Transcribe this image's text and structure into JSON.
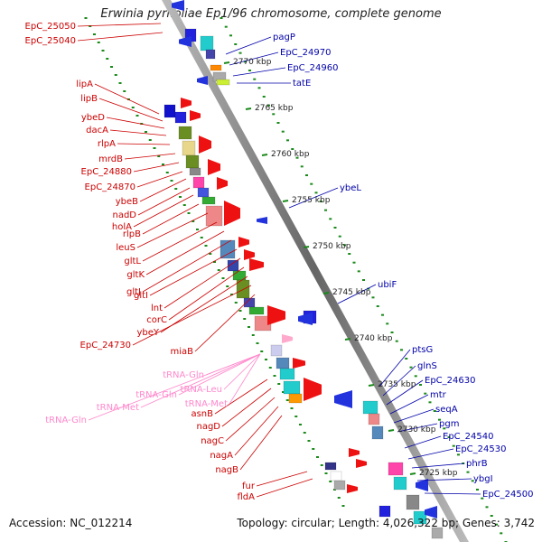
{
  "title": "Erwinia pyrifoliae Ep1/96 chromosome, complete genome",
  "accession": "Accession: NC_012214",
  "genome_info": "Topology: circular; Length: 4,026,322 bp; Genes: 3,742",
  "ruler": [
    "2770 kbp",
    "2765 kbp",
    "2760 kbp",
    "2755 kbp",
    "2750 kbp",
    "2745 kbp",
    "2740 kbp",
    "2735 kbp",
    "2730 kbp",
    "2725 kbp"
  ],
  "left_labels": [
    "EpC_25050",
    "EpC_25040",
    "lipA",
    "lipB",
    "ybeD",
    "dacA",
    "rlpA",
    "mrdB",
    "EpC_24880",
    "EpC_24870",
    "ybeB",
    "nadD",
    "holA",
    "rlpB",
    "leuS",
    "gltL",
    "gltK",
    "gltJ",
    "gltI",
    "lnt",
    "corC",
    "ybeY",
    "EpC_24730",
    "miaB",
    "asnB",
    "nagD",
    "nagC",
    "nagA",
    "nagB",
    "fur",
    "fldA"
  ],
  "trna_labels": [
    "tRNA-Gln",
    "tRNA-Gln",
    "tRNA-Leu",
    "tRNA-Met",
    "tRNA-Met",
    "tRNA-Gln"
  ],
  "right_labels": [
    "pagP",
    "EpC_24970",
    "EpC_24960",
    "tatE",
    "ybeL",
    "ubiF",
    "ptsG",
    "glnS",
    "EpC_24630",
    "mtr",
    "seqA",
    "pgm",
    "EpC_24540",
    "EpC_24530",
    "phrB",
    "ybgI",
    "EpC_24500"
  ],
  "colors": {
    "left_label": "#cc0000",
    "right_label": "#0000aa",
    "trna_label": "#ff88cc",
    "backbone": "#888888",
    "ring_dots": "#1a8a1a"
  }
}
